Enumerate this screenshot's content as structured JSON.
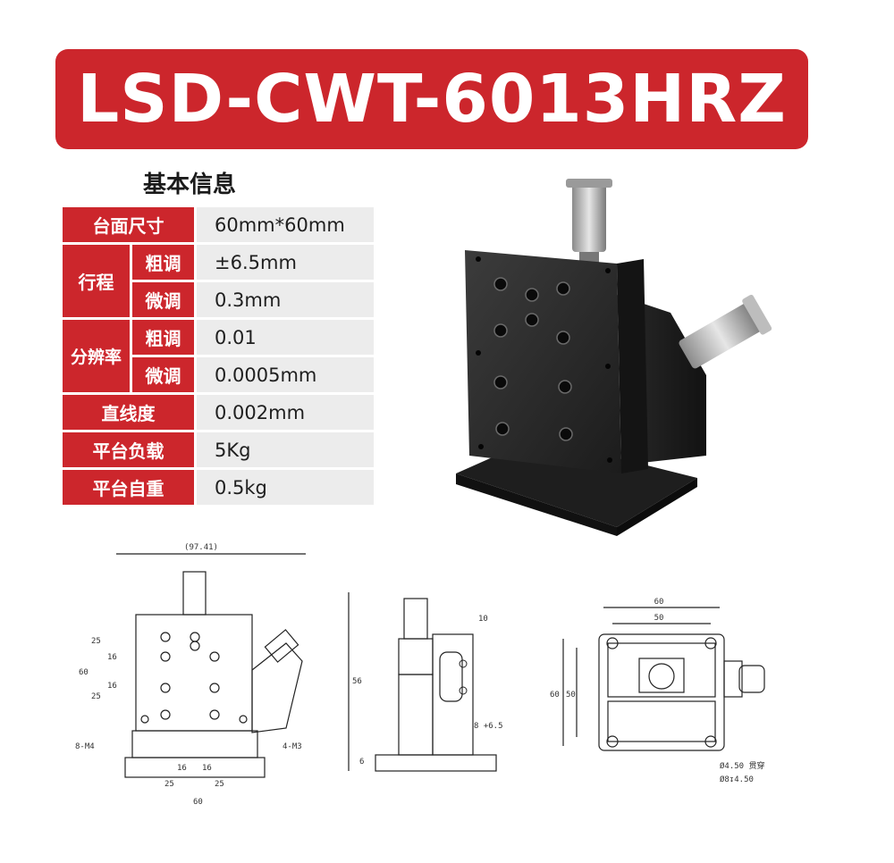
{
  "banner": {
    "title": "LSD-CWT-6013HRZ"
  },
  "section": {
    "title": "基本信息"
  },
  "specs": {
    "size_label": "台面尺寸",
    "size_value": "60mm*60mm",
    "travel_label": "行程",
    "travel_coarse_label": "粗调",
    "travel_coarse_value": "±6.5mm",
    "travel_fine_label": "微调",
    "travel_fine_value": "0.3mm",
    "resolution_label": "分辨率",
    "res_coarse_label": "粗调",
    "res_coarse_value": "0.01",
    "res_fine_label": "微调",
    "res_fine_value": "0.0005mm",
    "straightness_label": "直线度",
    "straightness_value": "0.002mm",
    "load_label": "平台负载",
    "load_value": "5Kg",
    "weight_label": "平台自重",
    "weight_value": "0.5kg"
  },
  "drawing_front": {
    "overall_width": "(97.41)",
    "height": "60",
    "dim_25a": "25",
    "dim_16a": "16",
    "dim_16b": "16",
    "dim_25b": "25",
    "holes_left": "8-M4",
    "holes_right": "4-M3",
    "bottom_16a": "16",
    "bottom_16b": "16",
    "bottom_25a": "25",
    "bottom_25b": "25",
    "bottom_width": "60"
  },
  "drawing_side": {
    "height": "56",
    "top": "10",
    "right": "8 +6.5",
    "base": "6"
  },
  "drawing_top": {
    "width": "60",
    "inner": "50",
    "height": "60",
    "inner_h": "50",
    "hole_note_1": "Ø4.50 贯穿",
    "hole_note_2": "Ø8↧4.50"
  },
  "colors": {
    "accent": "#cc262c",
    "value_bg": "#ececec"
  }
}
